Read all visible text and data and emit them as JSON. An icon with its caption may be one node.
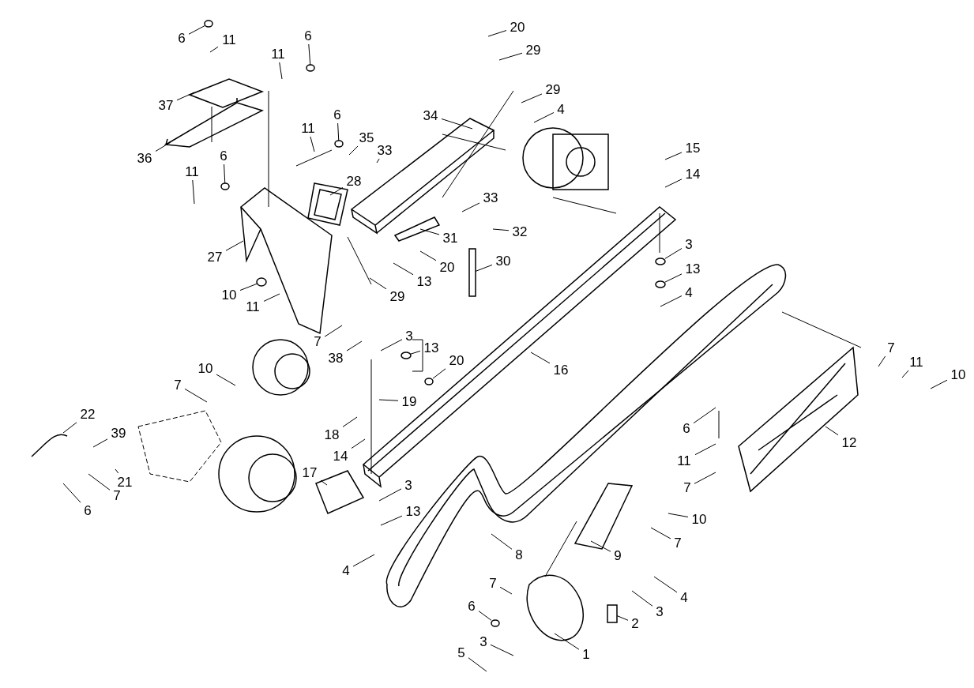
{
  "diagram": {
    "nodes": [
      {
        "text": [
          "6"
        ]
      },
      {
        "text": [
          "11"
        ]
      },
      {
        "text": [
          "6"
        ]
      },
      {
        "text": [
          "11"
        ]
      },
      {
        "text": [
          "37"
        ]
      },
      {
        "text": [
          "36"
        ]
      },
      {
        "text": [
          "6"
        ]
      },
      {
        "text": [
          "11"
        ]
      },
      {
        "text": [
          "35"
        ]
      },
      {
        "text": [
          "33"
        ]
      },
      {
        "text": [
          "34"
        ]
      },
      {
        "text": [
          "20"
        ]
      },
      {
        "text": [
          "29"
        ]
      },
      {
        "text": [
          "29"
        ]
      },
      {
        "text": [
          "4"
        ]
      },
      {
        "text": [
          "11"
        ]
      },
      {
        "text": [
          "6"
        ]
      },
      {
        "text": [
          "28"
        ]
      },
      {
        "text": [
          "27"
        ]
      },
      {
        "text": [
          "33"
        ]
      },
      {
        "text": [
          "32"
        ]
      },
      {
        "text": [
          "31"
        ]
      },
      {
        "text": [
          "20"
        ]
      },
      {
        "text": [
          "13"
        ]
      },
      {
        "text": [
          "30"
        ]
      },
      {
        "text": [
          "29"
        ]
      },
      {
        "text": [
          "15"
        ]
      },
      {
        "text": [
          "14"
        ]
      },
      {
        "text": [
          "3"
        ]
      },
      {
        "text": [
          "13"
        ]
      },
      {
        "text": [
          "4"
        ]
      },
      {
        "text": [
          "10"
        ]
      },
      {
        "text": [
          "11"
        ]
      },
      {
        "text": [
          "7"
        ]
      },
      {
        "text": [
          "38"
        ]
      },
      {
        "text": [
          "3"
        ]
      },
      {
        "text": [
          "13"
        ]
      },
      {
        "text": [
          "20"
        ]
      },
      {
        "text": [
          "16"
        ]
      },
      {
        "text": [
          "10"
        ]
      },
      {
        "text": [
          "7"
        ]
      },
      {
        "text": [
          "19"
        ]
      },
      {
        "text": [
          "22"
        ]
      },
      {
        "text": [
          "39"
        ]
      },
      {
        "text": [
          "18"
        ]
      },
      {
        "text": [
          "14"
        ]
      },
      {
        "text": [
          "21"
        ]
      },
      {
        "text": [
          "7"
        ]
      },
      {
        "text": [
          "6"
        ]
      },
      {
        "text": [
          "17"
        ]
      },
      {
        "text": [
          "3"
        ]
      },
      {
        "text": [
          "13"
        ]
      },
      {
        "text": [
          "4"
        ]
      },
      {
        "text": [
          "8"
        ]
      },
      {
        "text": [
          "9"
        ]
      },
      {
        "text": [
          "10"
        ]
      },
      {
        "text": [
          "7"
        ]
      },
      {
        "text": [
          "12"
        ]
      },
      {
        "text": [
          "6"
        ]
      },
      {
        "text": [
          "11"
        ]
      },
      {
        "text": [
          "7"
        ]
      },
      {
        "text": [
          "7"
        ]
      },
      {
        "text": [
          "11"
        ]
      },
      {
        "text": [
          "10"
        ]
      },
      {
        "text": [
          "7"
        ]
      },
      {
        "text": [
          "6"
        ]
      },
      {
        "text": [
          "3"
        ]
      },
      {
        "text": [
          "5"
        ]
      },
      {
        "text": [
          "1"
        ]
      },
      {
        "text": [
          "2"
        ]
      },
      {
        "text": [
          "3"
        ]
      },
      {
        "text": [
          "4"
        ]
      },
      {
        "text": [],
        "shape": "circle"
      },
      {
        "text": [],
        "shape": "circle"
      },
      {
        "text": [],
        "shape": "circle"
      },
      {
        "text": [],
        "shape": "circle"
      },
      {
        "text": [],
        "shape": "bar"
      },
      {
        "text": [],
        "shape": "circle"
      },
      {
        "text": [],
        "shape": "circle"
      },
      {
        "text": [],
        "shape": "circle"
      },
      {
        "text": [],
        "shape": "circle"
      },
      {
        "text": [],
        "shape": "circle"
      },
      {
        "text": [],
        "shape": "box"
      },
      {
        "text": [],
        "shape": "circle"
      }
    ],
    "edges": [
      {
        "from": 0,
        "to": 72,
        "arrow": "none"
      },
      {
        "from": 1,
        "to": null,
        "arrow": "none"
      },
      {
        "from": 2,
        "to": 73,
        "arrow": "none"
      },
      {
        "from": 3,
        "to": null,
        "arrow": "none"
      },
      {
        "from": 4,
        "to": null,
        "arrow": "none"
      },
      {
        "from": 5,
        "to": null,
        "arrow": "none"
      },
      {
        "from": 6,
        "to": 74,
        "arrow": "none"
      },
      {
        "from": 7,
        "to": null,
        "arrow": "none"
      },
      {
        "from": 8,
        "to": null,
        "arrow": "none"
      },
      {
        "from": 9,
        "to": null,
        "arrow": "none"
      },
      {
        "from": 10,
        "to": null,
        "arrow": "none"
      },
      {
        "from": 11,
        "to": null,
        "arrow": "none"
      },
      {
        "from": 12,
        "to": null,
        "arrow": "none"
      },
      {
        "from": 13,
        "to": null,
        "arrow": "none"
      },
      {
        "from": 14,
        "to": null,
        "arrow": "none"
      },
      {
        "from": 15,
        "to": null,
        "arrow": "none"
      },
      {
        "from": 16,
        "to": 75,
        "arrow": "none"
      },
      {
        "from": 17,
        "to": null,
        "arrow": "none"
      },
      {
        "from": 18,
        "to": null,
        "arrow": "none"
      },
      {
        "from": 19,
        "to": null,
        "arrow": "none"
      },
      {
        "from": 20,
        "to": null,
        "arrow": "none"
      },
      {
        "from": 21,
        "to": null,
        "arrow": "none"
      },
      {
        "from": 22,
        "to": null,
        "arrow": "none"
      },
      {
        "from": 23,
        "to": null,
        "arrow": "none"
      },
      {
        "from": 24,
        "to": 76,
        "arrow": "none"
      },
      {
        "from": 25,
        "to": null,
        "arrow": "none"
      },
      {
        "from": 26,
        "to": null,
        "arrow": "none"
      },
      {
        "from": 27,
        "to": null,
        "arrow": "none"
      },
      {
        "from": 28,
        "to": 77,
        "arrow": "none"
      },
      {
        "from": 29,
        "to": 78,
        "arrow": "none"
      },
      {
        "from": 30,
        "to": null,
        "arrow": "none"
      },
      {
        "from": 31,
        "to": 79,
        "arrow": "none"
      },
      {
        "from": 32,
        "to": null,
        "arrow": "none"
      },
      {
        "from": 33,
        "to": null,
        "arrow": "none"
      },
      {
        "from": 34,
        "to": null,
        "arrow": "none"
      },
      {
        "from": 35,
        "to": null,
        "arrow": "none"
      },
      {
        "from": 36,
        "to": 80,
        "arrow": "none"
      },
      {
        "from": 37,
        "to": 81,
        "arrow": "none"
      },
      {
        "from": 38,
        "to": null,
        "arrow": "none"
      },
      {
        "from": 39,
        "to": null,
        "arrow": "none"
      },
      {
        "from": 40,
        "to": null,
        "arrow": "none"
      },
      {
        "from": 41,
        "to": null,
        "arrow": "none"
      },
      {
        "from": 42,
        "to": null,
        "arrow": "none"
      },
      {
        "from": 43,
        "to": null,
        "arrow": "none"
      },
      {
        "from": 44,
        "to": null,
        "arrow": "none"
      },
      {
        "from": 45,
        "to": null,
        "arrow": "none"
      },
      {
        "from": 46,
        "to": null,
        "arrow": "none"
      },
      {
        "from": 47,
        "to": null,
        "arrow": "none"
      },
      {
        "from": 48,
        "to": null,
        "arrow": "none"
      },
      {
        "from": 49,
        "to": null,
        "arrow": "none"
      },
      {
        "from": 50,
        "to": null,
        "arrow": "none"
      },
      {
        "from": 51,
        "to": null,
        "arrow": "none"
      },
      {
        "from": 52,
        "to": null,
        "arrow": "none"
      },
      {
        "from": 53,
        "to": null,
        "arrow": "none"
      },
      {
        "from": 54,
        "to": null,
        "arrow": "none"
      },
      {
        "from": 55,
        "to": null,
        "arrow": "none"
      },
      {
        "from": 56,
        "to": null,
        "arrow": "none"
      },
      {
        "from": 57,
        "to": null,
        "arrow": "none"
      },
      {
        "from": 58,
        "to": null,
        "arrow": "none"
      },
      {
        "from": 59,
        "to": null,
        "arrow": "none"
      },
      {
        "from": 60,
        "to": null,
        "arrow": "none"
      },
      {
        "from": 61,
        "to": null,
        "arrow": "none"
      },
      {
        "from": 62,
        "to": null,
        "arrow": "none"
      },
      {
        "from": 63,
        "to": null,
        "arrow": "none"
      },
      {
        "from": 64,
        "to": null,
        "arrow": "none"
      },
      {
        "from": 65,
        "to": 83,
        "arrow": "none"
      },
      {
        "from": 66,
        "to": null,
        "arrow": "none"
      },
      {
        "from": 67,
        "to": null,
        "arrow": "none"
      },
      {
        "from": 68,
        "to": null,
        "arrow": "none"
      },
      {
        "from": 69,
        "to": 82,
        "arrow": "none"
      },
      {
        "from": 70,
        "to": null,
        "arrow": "none"
      },
      {
        "from": 71,
        "to": null,
        "arrow": "none"
      }
    ]
  }
}
